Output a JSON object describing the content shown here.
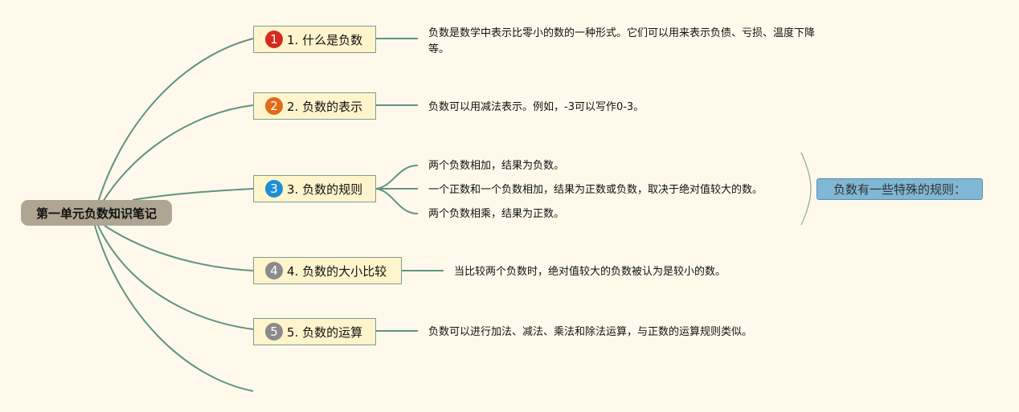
{
  "root": {
    "label": "第一单元负数知识笔记"
  },
  "topics": [
    {
      "number": "1",
      "label": "1. 什么是负数",
      "badge_color": "#d62a1e",
      "notes": [
        "负数是数学中表示比零小的数的一种形式。它们可以用来表示负债、亏损、温度下降等。"
      ]
    },
    {
      "number": "2",
      "label": "2. 负数的表示",
      "badge_color": "#e26a1b",
      "notes": [
        "负数可以用减法表示。例如，-3可以写作0-3。"
      ]
    },
    {
      "number": "3",
      "label": "3. 负数的规则",
      "badge_color": "#1d8fd6",
      "notes": [
        "两个负数相加，结果为负数。",
        "一个正数和一个负数相加，结果为正数或负数，取决于绝对值较大的数。",
        "两个负数相乘，结果为正数。"
      ]
    },
    {
      "number": "4",
      "label": "4. 负数的大小比较",
      "badge_color": "#8b8b8b",
      "notes": [
        "当比较两个负数时，绝对值较大的负数被认为是较小的数。"
      ]
    },
    {
      "number": "5",
      "label": "5. 负数的运算",
      "badge_color": "#8b8b8b",
      "notes": [
        "负数可以进行加法、减法、乘法和除法运算，与正数的运算规则类似。"
      ]
    }
  ],
  "summary": {
    "label": "负数有一些特殊的规则："
  },
  "colors": {
    "branch": "#5f9481",
    "background": "#fff9ec",
    "topic_fill": "#fff4cc"
  }
}
